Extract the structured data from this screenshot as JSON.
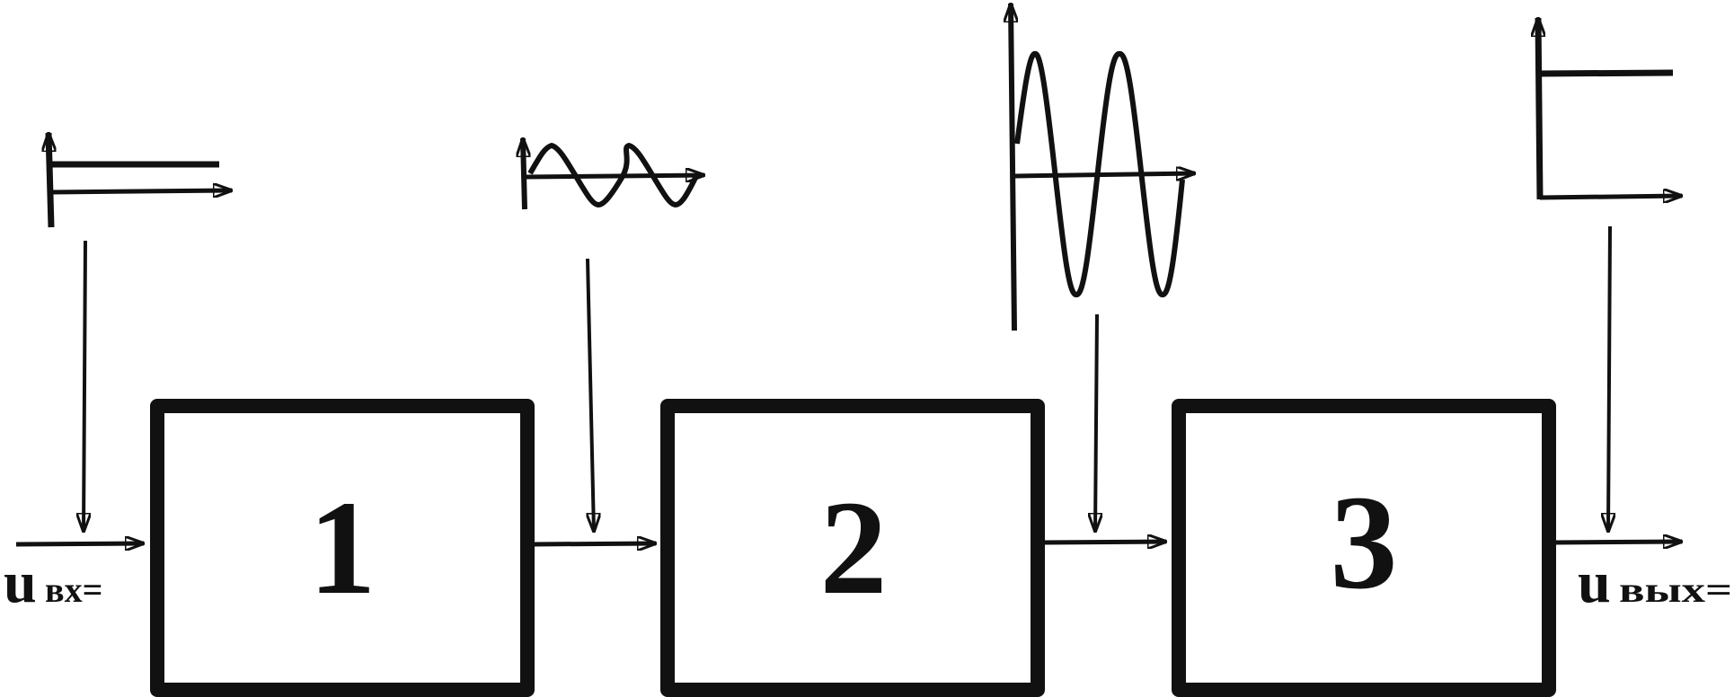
{
  "blocks": [
    {
      "label": "1"
    },
    {
      "label": "2"
    },
    {
      "label": "3"
    }
  ],
  "input_signal": {
    "symbol": "u",
    "subscript": "вх=",
    "waveform": "constant-level-icon"
  },
  "output_signal": {
    "symbol": "u",
    "subscript": "вых=",
    "waveform": "step-level-icon"
  },
  "intermediate_signals": [
    {
      "between": "1-2",
      "waveform": "small-sine-wave-icon"
    },
    {
      "between": "2-3",
      "waveform": "large-sine-wave-icon"
    }
  ],
  "colors": {
    "line": "#111111",
    "background": "#ffffff"
  }
}
